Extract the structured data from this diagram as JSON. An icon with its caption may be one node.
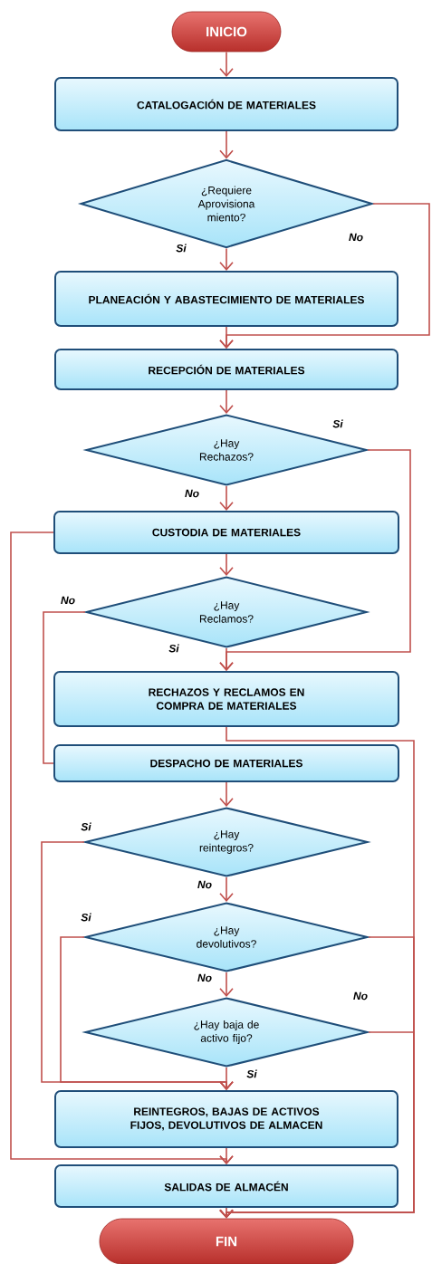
{
  "diagram": {
    "nodes": [
      {
        "text": [
          "INICIO"
        ]
      },
      {
        "text": [
          "CATALOGACIÓN DE MATERIALES"
        ]
      },
      {
        "text": [
          "¿Requiere Aprovisiona miento?"
        ]
      },
      {
        "text": [
          "PLANEACIÓN Y ABASTECIMIENTO DE MATERIALES"
        ]
      },
      {
        "text": [
          "RECEPCIÓN DE MATERIALES"
        ]
      },
      {
        "text": [
          "¿Hay Rechazos?"
        ]
      },
      {
        "text": [
          "CUSTODIA DE MATERIALES"
        ]
      },
      {
        "text": [
          "¿Hay Reclamos?"
        ]
      },
      {
        "text": [
          "RECHAZOS Y RECLAMOS EN COMPRA DE MATERIALES"
        ]
      },
      {
        "text": [
          "DESPACHO DE MATERIALES"
        ]
      },
      {
        "text": [
          "¿Hay reintegros?"
        ]
      },
      {
        "text": [
          "¿Hay devolutivos?"
        ]
      },
      {
        "text": [
          "¿Hay baja de activo fijo?"
        ]
      },
      {
        "text": [
          "REINTEGROS, BAJAS DE ACTIVOS FIJOS, DEVOLUTIVOS DE ALMACEN"
        ]
      },
      {
        "text": [
          "SALIDAS DE ALMACÉN"
        ]
      },
      {
        "text": [
          "FIN"
        ]
      }
    ],
    "edges": [
      {
        "from": 0,
        "to": 1,
        "arrow": "to"
      },
      {
        "from": 1,
        "to": 2,
        "arrow": "to"
      },
      {
        "from": 2,
        "to": 3,
        "arrow": "to",
        "label": "Si"
      },
      {
        "from": 2,
        "to": 4,
        "arrow": "to",
        "label": "No"
      },
      {
        "from": 3,
        "to": 4,
        "arrow": "to"
      },
      {
        "from": 4,
        "to": 5,
        "arrow": "to"
      },
      {
        "from": 5,
        "to": 6,
        "arrow": "to",
        "label": "No"
      },
      {
        "from": 5,
        "to": 8,
        "arrow": "to",
        "label": "Si"
      },
      {
        "from": 6,
        "to": 7,
        "arrow": "to"
      },
      {
        "from": 6,
        "to": 14,
        "arrow": "to"
      },
      {
        "from": 7,
        "to": 8,
        "arrow": "to",
        "label": "Si"
      },
      {
        "from": 7,
        "to": 9,
        "arrow": "none",
        "label": "No"
      },
      {
        "from": 8,
        "to": 15,
        "arrow": "to"
      },
      {
        "from": 9,
        "to": 10,
        "arrow": "to"
      },
      {
        "from": 10,
        "to": 11,
        "arrow": "to",
        "label": "No"
      },
      {
        "from": 10,
        "to": 13,
        "arrow": "to",
        "label": "Si"
      },
      {
        "from": 11,
        "to": 12,
        "arrow": "to",
        "label": "No"
      },
      {
        "from": 11,
        "to": 13,
        "arrow": "to",
        "label": "Si"
      },
      {
        "from": 11,
        "to": 15,
        "arrow": "to"
      },
      {
        "from": 12,
        "to": 13,
        "arrow": "to",
        "label": "Si"
      },
      {
        "from": 12,
        "to": 15,
        "arrow": "to",
        "label": "No"
      },
      {
        "from": 13,
        "to": 14,
        "arrow": "to"
      },
      {
        "from": 14,
        "to": 15,
        "arrow": "to"
      }
    ]
  }
}
